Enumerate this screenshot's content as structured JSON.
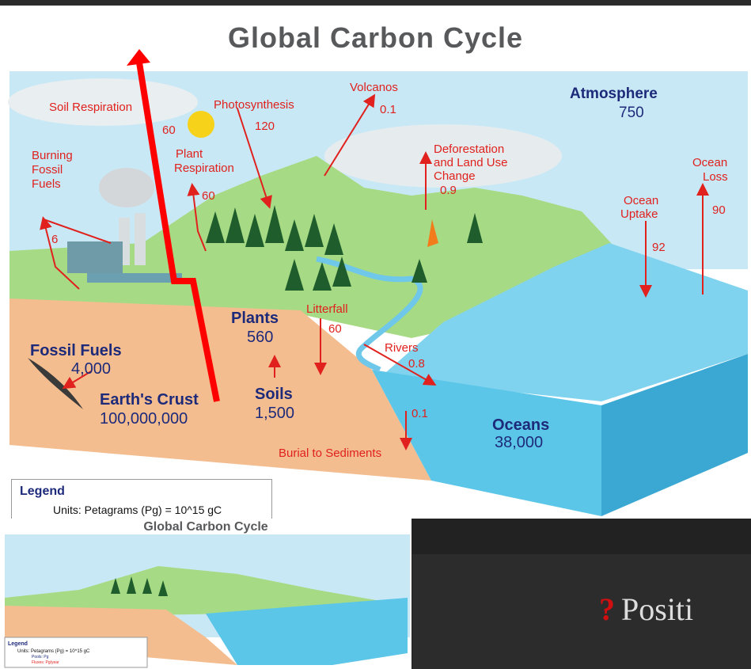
{
  "title": "Global Carbon Cycle",
  "labels": {
    "atmosphere": "Atmosphere",
    "atmosphere_value": "750",
    "volcanos": "Volcanos",
    "volcanos_value": "0.1",
    "soil_respiration": "Soil Respiration",
    "soil_respiration_value": "60",
    "photosynthesis": "Photosynthesis",
    "photosynthesis_value": "120",
    "plant_respiration_line1": "Plant",
    "plant_respiration_line2": "Respiration",
    "plant_respiration_value": "60",
    "burning_line1": "Burning",
    "burning_line2": "Fossil",
    "burning_line3": "Fuels",
    "burning_value": "6",
    "deforestation_line1": "Deforestation",
    "deforestation_line2": "and Land Use",
    "deforestation_line3": "Change",
    "deforestation_value": "0.9",
    "ocean_uptake_line1": "Ocean",
    "ocean_uptake_line2": "Uptake",
    "ocean_uptake_value": "92",
    "ocean_loss_line1": "Ocean",
    "ocean_loss_line2": "Loss",
    "ocean_loss_value": "90",
    "plants": "Plants",
    "plants_value": "560",
    "litterfall": "Litterfall",
    "litterfall_value": "60",
    "rivers": "Rivers",
    "rivers_value": "0.8",
    "fossil_fuels": "Fossil Fuels",
    "fossil_fuels_value": "4,000",
    "earths_crust": "Earth's Crust",
    "earths_crust_value": "100,000,000",
    "soils": "Soils",
    "soils_value": "1,500",
    "sediment_value": "0.1",
    "burial": "Burial to Sediments",
    "oceans": "Oceans",
    "oceans_value": "38,000"
  },
  "legend": {
    "title": "Legend",
    "units": "Units: Petagrams (Pg) = 10^15 gC"
  },
  "thumbnail": {
    "title": "Global Carbon Cycle",
    "legend_title": "Legend",
    "legend_units": "Units: Petagrams (Pg) = 10^15 gC",
    "legend_pools": "Pools: Pg",
    "legend_fluxes": "Fluxes: Pg/year"
  },
  "panel": {
    "mark": "?",
    "text": "Positi"
  },
  "colors": {
    "flux_red": "#e0211d",
    "pool_blue": "#1d2a7a",
    "ocean": "#5cc6e8",
    "land": "#9fd67a",
    "crust": "#f3b98a",
    "sky": "#bfe4f5",
    "overlay_arrow": "#ff0000"
  }
}
